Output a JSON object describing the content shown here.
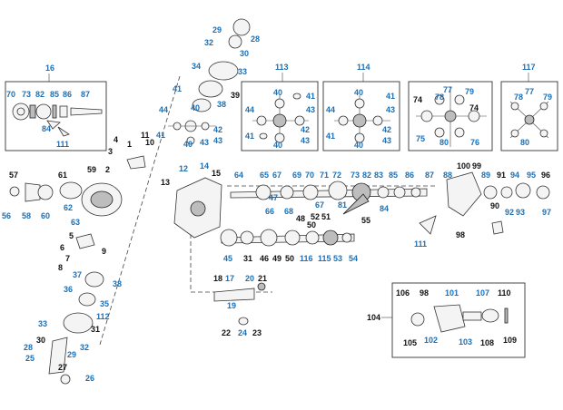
{
  "colors": {
    "blue_label": "#1f6fb2",
    "black_label": "#111111"
  },
  "boxes": {
    "box16": {
      "number": "16",
      "labels": [
        "70",
        "73",
        "82",
        "85",
        "86",
        "87",
        "84",
        "111"
      ]
    },
    "box113": {
      "number": "113",
      "labels": [
        "40",
        "41",
        "44",
        "42",
        "43",
        "41",
        "40",
        "43"
      ]
    },
    "box114": {
      "number": "114",
      "labels": [
        "40",
        "41",
        "44",
        "42",
        "43",
        "41",
        "40",
        "43"
      ]
    },
    "box74": {
      "labels": [
        "74",
        "78",
        "77",
        "79",
        "74",
        "75",
        "80",
        "76"
      ]
    },
    "box117": {
      "number": "117",
      "labels": [
        "78",
        "77",
        "79",
        "80"
      ]
    },
    "box104": {
      "number": "104",
      "labels": [
        "106",
        "98",
        "101",
        "107",
        "110",
        "105",
        "102",
        "103",
        "108",
        "109"
      ]
    }
  },
  "callouts": [
    "29",
    "28",
    "32",
    "30",
    "34",
    "33",
    "39",
    "38",
    "41",
    "44",
    "40",
    "42",
    "43",
    "41",
    "40",
    "43",
    "4",
    "3",
    "2",
    "1",
    "11",
    "10",
    "12",
    "14",
    "13",
    "15",
    "64",
    "65",
    "67",
    "69",
    "70",
    "71",
    "72",
    "73",
    "82",
    "83",
    "85",
    "86",
    "87",
    "88",
    "100",
    "99",
    "89",
    "91",
    "94",
    "95",
    "96",
    "57",
    "61",
    "59",
    "56",
    "58",
    "60",
    "62",
    "63",
    "5",
    "6",
    "7",
    "9",
    "8",
    "37",
    "38",
    "36",
    "35",
    "112",
    "33",
    "31",
    "28",
    "30",
    "29",
    "32",
    "25",
    "27",
    "26",
    "66",
    "68",
    "47",
    "48",
    "52",
    "51",
    "50",
    "67",
    "81",
    "84",
    "90",
    "97",
    "93",
    "92",
    "98",
    "55",
    "111",
    "45",
    "31",
    "46",
    "49",
    "50",
    "116",
    "115",
    "53",
    "54",
    "18",
    "17",
    "20",
    "21",
    "19",
    "22",
    "24",
    "23"
  ]
}
